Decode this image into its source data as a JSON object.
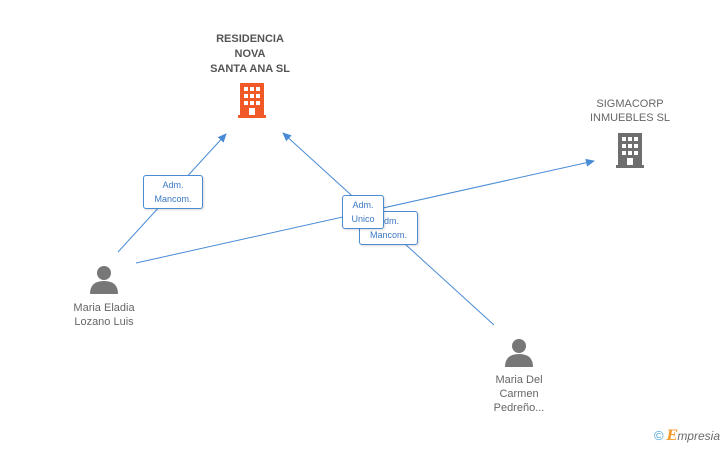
{
  "nodes": {
    "residencia": {
      "label_lines": [
        "RESIDENCIA",
        "NOVA",
        "SANTA ANA SL"
      ],
      "type": "company",
      "color": "#f05a28"
    },
    "sigmacorp": {
      "label_lines": [
        "SIGMACORP",
        "INMUEBLES SL"
      ],
      "type": "company",
      "color": "#6e6e6e"
    },
    "maria_eladia": {
      "label_lines": [
        "Maria Eladia",
        "Lozano Luis"
      ],
      "type": "person",
      "color": "#777777"
    },
    "maria_del_carmen": {
      "label_lines": [
        "Maria Del",
        "Carmen",
        "Pedreño..."
      ],
      "type": "person",
      "color": "#777777"
    }
  },
  "edges": [
    {
      "from": "maria_eladia",
      "to": "residencia",
      "badge_lines": [
        "Adm.",
        "Mancom."
      ]
    },
    {
      "from": "maria_eladia",
      "to": "sigmacorp",
      "badge_lines": [
        "Adm.",
        "Unico"
      ]
    },
    {
      "from": "maria_del_carmen",
      "to": "residencia",
      "badge_lines": [
        "Adm.",
        "Mancom."
      ]
    }
  ],
  "colors": {
    "edge": "#4a8bd6"
  },
  "footer": {
    "copyright": "©",
    "brand_first": "E",
    "brand_rest": "mpresia"
  }
}
